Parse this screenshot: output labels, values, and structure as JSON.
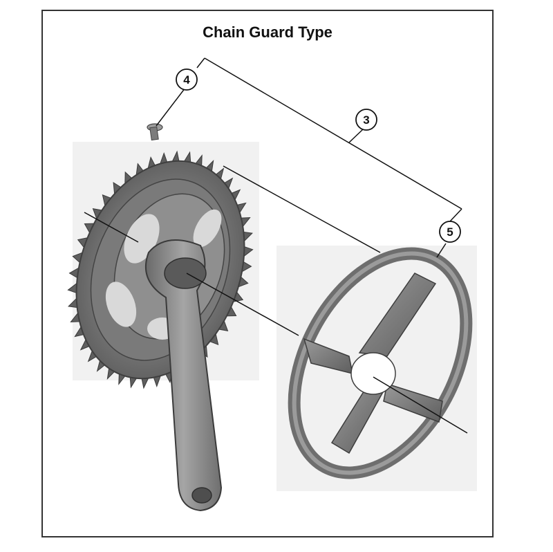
{
  "title": "Chain Guard Type",
  "callouts": [
    {
      "id": "4",
      "label": "4"
    },
    {
      "id": "3",
      "label": "3"
    },
    {
      "id": "5",
      "label": "5"
    }
  ],
  "colors": {
    "frame": "#333333",
    "part_fill": "#8c8c8c",
    "part_dark": "#5a5a5a",
    "part_light": "#b9b9b9",
    "leader": "#111111"
  }
}
